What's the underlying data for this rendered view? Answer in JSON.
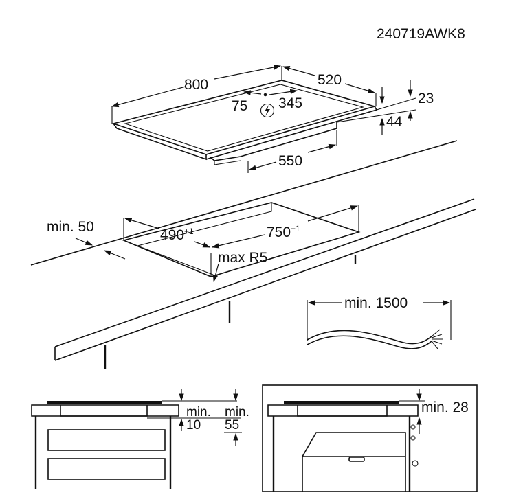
{
  "drawing": {
    "ref_code": "240719AWK8",
    "hob": {
      "width": "800",
      "depth": "520",
      "glass_thickness": "23",
      "body_height": "44",
      "body_width": "550",
      "connection_left": "75",
      "connection_right": "345"
    },
    "cutout": {
      "min_distance": "min. 50",
      "depth": "490",
      "depth_tol": "+1",
      "width": "750",
      "width_tol": "+1",
      "corner_radius": "max R5"
    },
    "cable": {
      "min_length": "min. 1500"
    },
    "section_left": {
      "gap_label_a": "min.",
      "gap_value_a": "10",
      "gap_label_b": "min.",
      "gap_value_b": "55"
    },
    "section_right": {
      "gap_label": "min. 28"
    },
    "icons": [
      "power-connection-icon"
    ]
  }
}
